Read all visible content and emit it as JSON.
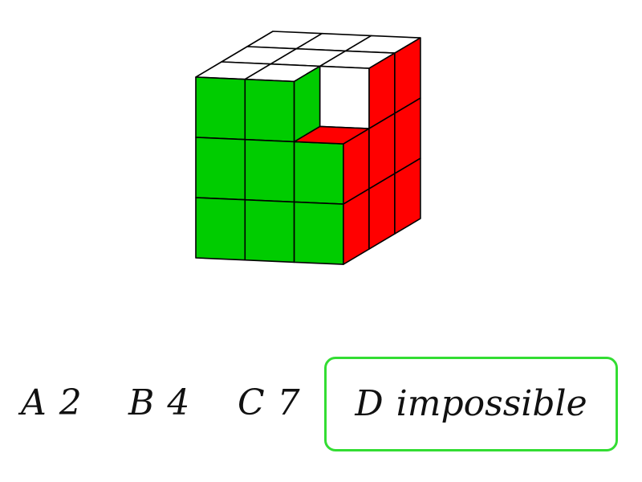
{
  "colors": {
    "green": "#00cc00",
    "red": "#ff0000",
    "white": "#ffffff",
    "edge": "#000000",
    "highlight": "#33dd33"
  },
  "cube": {
    "top_face": [
      [
        "white",
        "white",
        "white"
      ],
      [
        "white",
        "white",
        "white"
      ],
      [
        "white",
        "white",
        "red"
      ]
    ],
    "front_face": [
      [
        "green",
        "green",
        "white"
      ],
      [
        "green",
        "green",
        "green"
      ],
      [
        "green",
        "green",
        "green"
      ]
    ],
    "right_face": [
      [
        "green",
        "red",
        "red"
      ],
      [
        "red",
        "red",
        "red"
      ],
      [
        "red",
        "red",
        "red"
      ]
    ],
    "corner_notch": {
      "missing_cube": "top-front-right",
      "exposed_front": "white",
      "exposed_top": "red",
      "exposed_side": "green"
    }
  },
  "options": [
    {
      "letter": "A",
      "value": "2",
      "selected": false
    },
    {
      "letter": "B",
      "value": "4",
      "selected": false
    },
    {
      "letter": "C",
      "value": "7",
      "selected": false
    },
    {
      "letter": "D",
      "value": "impossible",
      "selected": true
    }
  ]
}
